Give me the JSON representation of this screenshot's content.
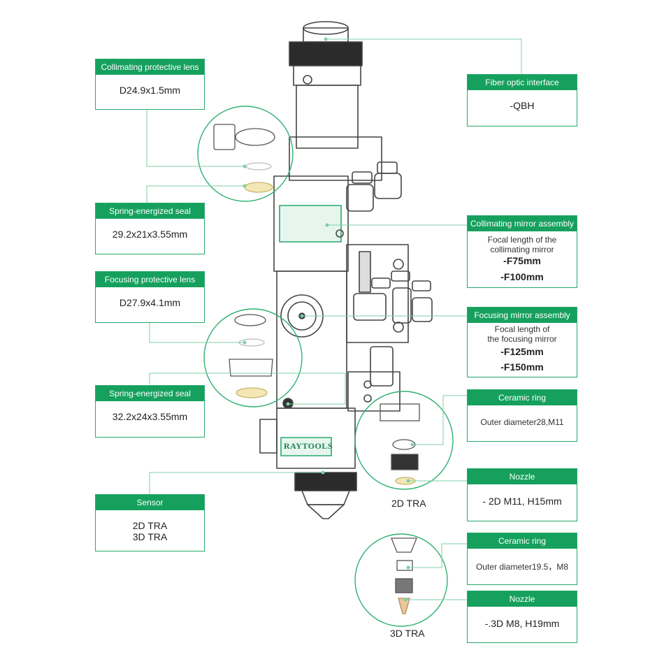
{
  "callouts": {
    "collimating_lens": {
      "title": "Collimating protective lens",
      "value": "D24.9x1.5mm"
    },
    "spring_seal_1": {
      "title": "Spring-energized seal",
      "value": "29.2x21x3.55mm"
    },
    "focusing_lens": {
      "title": "Focusing protective lens",
      "value": "D27.9x4.1mm"
    },
    "spring_seal_2": {
      "title": "Spring-energized seal",
      "value": "32.2x24x3.55mm"
    },
    "sensor": {
      "title": "Sensor",
      "line1": "2D TRA",
      "line2": "3D TRA"
    },
    "fiber": {
      "title": "Fiber optic interface",
      "value": "-QBH"
    },
    "collimating_mirror": {
      "title": "Collimating mirror assembly",
      "desc1": "Focal length of the",
      "desc2": "collimating mirror",
      "v1": "-F75mm",
      "v2": "-F100mm"
    },
    "focusing_mirror": {
      "title": "Focusing mirror assembly",
      "desc1": "Focal length of",
      "desc2": "the focusing mirror",
      "v1": "-F125mm",
      "v2": "-F150mm"
    },
    "ceramic_2d": {
      "title": "Ceramic ring",
      "value": "Outer diameter28,M11"
    },
    "nozzle_2d": {
      "title": "Nozzle",
      "value": "- 2D M11, H15mm"
    },
    "ceramic_3d": {
      "title": "Ceramic ring",
      "value": "Outer diameter19.5，M8"
    },
    "nozzle_3d": {
      "title": "Nozzle",
      "value": "-.3D M8, H19mm"
    }
  },
  "captions": {
    "tra_2d": "2D TRA",
    "tra_3d": "3D TRA"
  },
  "brand": {
    "logo_text": "RAYTOOLS",
    "accent_color": "#16a05e",
    "line_color": "#7fcfa6"
  }
}
